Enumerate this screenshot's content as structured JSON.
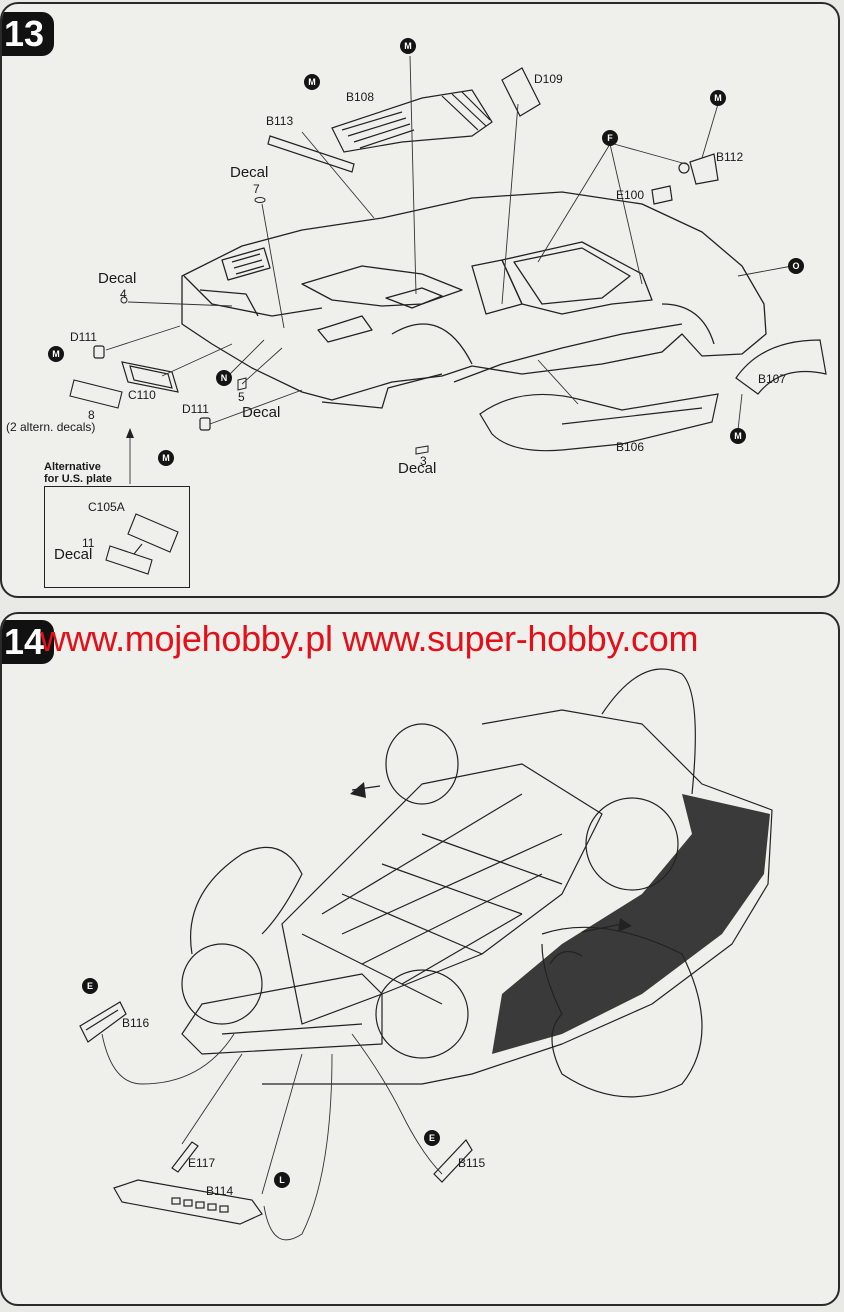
{
  "step13": {
    "number": "13",
    "parts": {
      "b108": "B108",
      "b113": "B113",
      "d109": "D109",
      "b112": "B112",
      "e100": "E100",
      "d111_upper": "D111",
      "c110": "C110",
      "d111_lower": "D111",
      "b107": "B107",
      "b106": "B106",
      "c105a": "C105A"
    },
    "decals": {
      "decal7_word": "Decal",
      "decal7_num": "7",
      "decal4_word": "Decal",
      "decal4_num": "4",
      "decal5_num": "5",
      "decal5_word": "Decal",
      "decal8_num": "8",
      "decal8_note": "(2 altern. decals)",
      "decal3_num": "3",
      "decal3_word": "Decal",
      "decal11_num": "11",
      "decal11_word": "Decal"
    },
    "alternative": {
      "line1": "Alternative",
      "line2": "for U.S. plate"
    },
    "markers": {
      "m1": "M",
      "m2": "M",
      "m3": "M",
      "m4": "M",
      "m5": "M",
      "m6": "M",
      "f": "F",
      "o": "O",
      "n": "N"
    }
  },
  "step14": {
    "number": "14",
    "parts": {
      "b116": "B116",
      "e117": "E117",
      "b114": "B114",
      "b115": "B115"
    },
    "markers": {
      "e1": "E",
      "e2": "E",
      "l": "L"
    }
  },
  "watermark": {
    "text": "www.mojehobby.pl www.super-hobby.com",
    "color": "#e3101a"
  },
  "colors": {
    "panel_border": "#2a2a2a",
    "badge_bg": "#111111",
    "marker_bg": "#141414",
    "interior_fill": "#3a3a3a"
  }
}
